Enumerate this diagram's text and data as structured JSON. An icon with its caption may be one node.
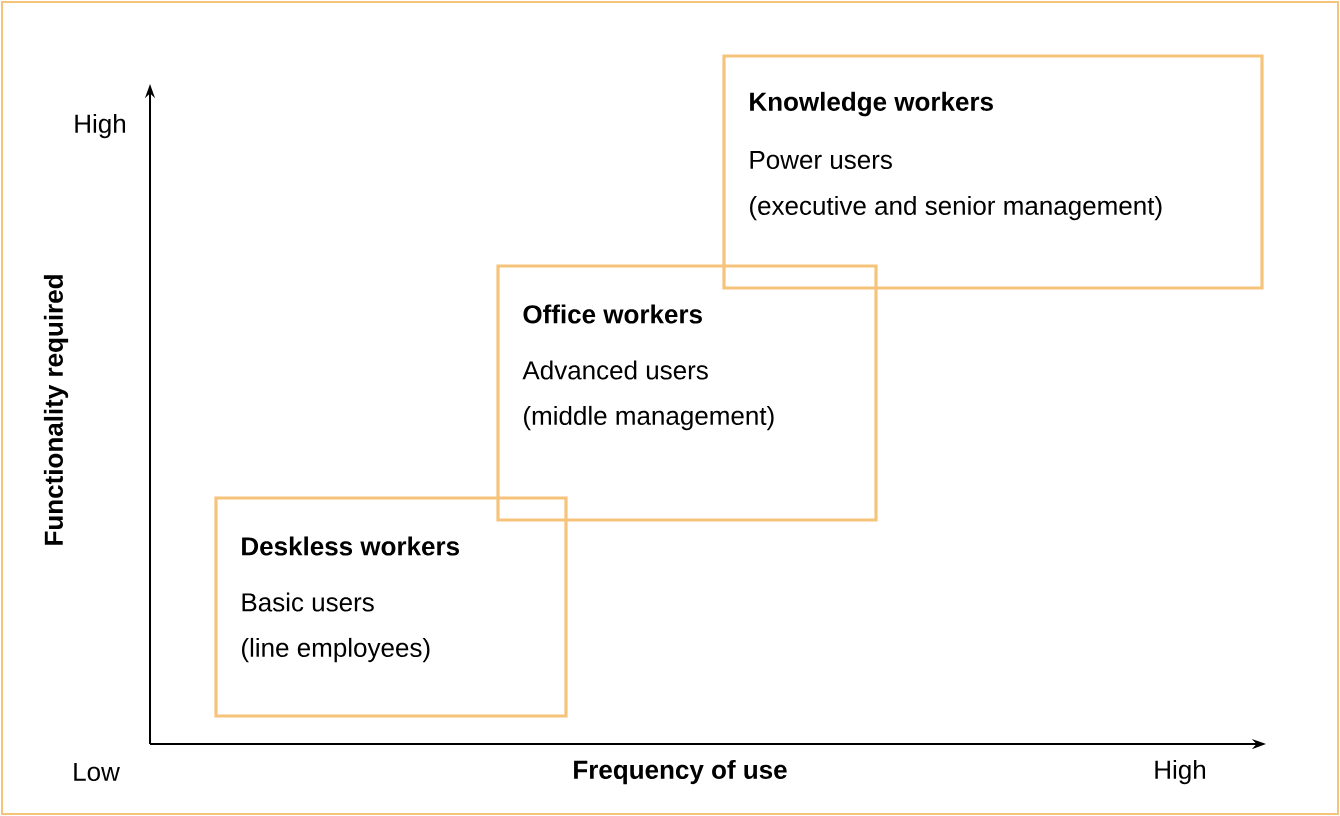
{
  "diagram": {
    "nodes": [
      {
        "text": [
          "Knowledge workers",
          "Power users",
          "(executive and senior management)"
        ]
      },
      {
        "text": [
          "Office workers",
          "Advanced users",
          "(middle management)"
        ]
      },
      {
        "text": [
          "Deskless workers",
          "Basic users",
          "(line employees)"
        ]
      }
    ],
    "labels": [
      "High",
      "Functionality required",
      "Low",
      "Frequency of use",
      "High"
    ]
  }
}
